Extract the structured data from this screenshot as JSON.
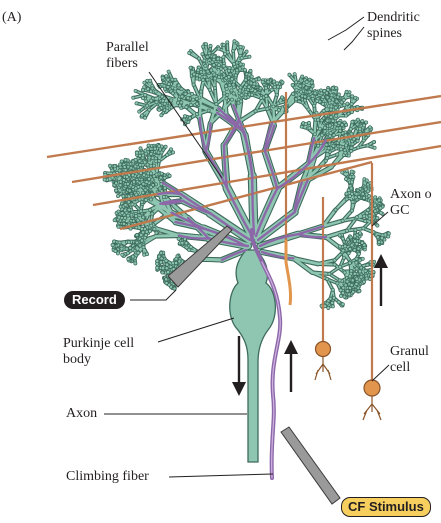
{
  "panel_label": "(A)",
  "labels": {
    "dendritic_spines": [
      "Dendritic",
      "spines"
    ],
    "parallel_fibers": [
      "Parallel",
      "fibers"
    ],
    "axon_of_gc": [
      "Axon o",
      "GC"
    ],
    "purkinje_cell_body": [
      "Purkinje cell",
      "body"
    ],
    "granule_cell": [
      "Granul",
      "cell"
    ],
    "axon": "Axon",
    "climbing_fiber": "Climbing fiber"
  },
  "badges": {
    "record": "Record",
    "cf_stimulus": "CF Stimulus"
  },
  "colors": {
    "dendrite": "#8fc6b2",
    "dendrite_outline": "#3d6b5c",
    "climbing_fiber": "#8d68a8",
    "parallel_fiber": "#c07a4d",
    "granule_cell": "#e2954c",
    "electrode": "#9a9a9a",
    "record_badge": "#231f20",
    "cf_badge": "#f6cf5f"
  }
}
